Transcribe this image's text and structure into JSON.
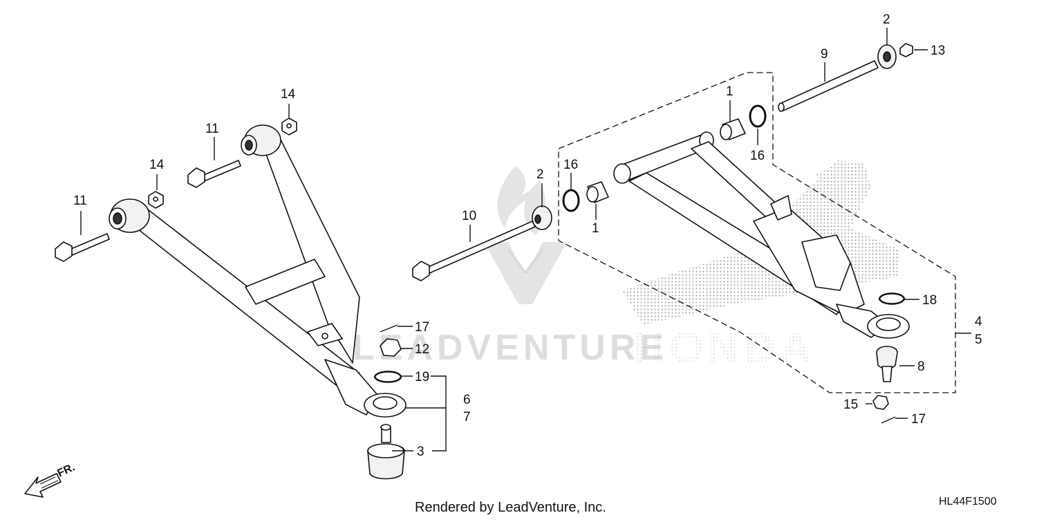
{
  "diagram": {
    "code": "HL44F1500",
    "footer": "Rendered by LeadVenture, Inc.",
    "front_label": "FR.",
    "watermark_brand": "LEADVENTURE",
    "watermark_logo": "HONDA",
    "callouts": {
      "c1a": "1",
      "c1b": "1",
      "c2a": "2",
      "c2b": "2",
      "c3": "3",
      "c4": "4",
      "c5": "5",
      "c6": "6",
      "c7": "7",
      "c8": "8",
      "c9": "9",
      "c10": "10",
      "c11a": "11",
      "c11b": "11",
      "c12": "12",
      "c13": "13",
      "c14a": "14",
      "c14b": "14",
      "c15": "15",
      "c16a": "16",
      "c16b": "16",
      "c17a": "17",
      "c17b": "17",
      "c18": "18",
      "c19": "19"
    }
  }
}
